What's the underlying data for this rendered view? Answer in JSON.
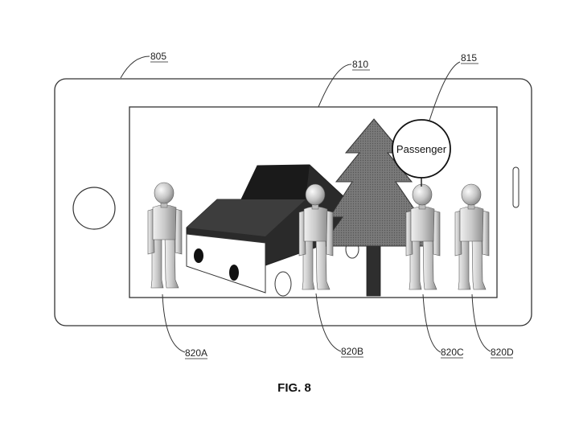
{
  "labels": {
    "device": "805",
    "display": "810",
    "indicator": "815",
    "person_a": "820A",
    "person_b": "820B",
    "person_c": "820C",
    "person_d": "820D"
  },
  "indicator_text": "Passenger",
  "caption": "FIG. 8",
  "colors": {
    "line": "#333333",
    "person_light": "#dadada",
    "person_mid": "#b5b5b5",
    "person_dark": "#8c8c8c",
    "vehicle_roof": "#3a3a3a",
    "vehicle_top": "#1c1c1c",
    "tree_fill": "#6e6e6e",
    "tree_trunk": "#2e2e2e"
  }
}
